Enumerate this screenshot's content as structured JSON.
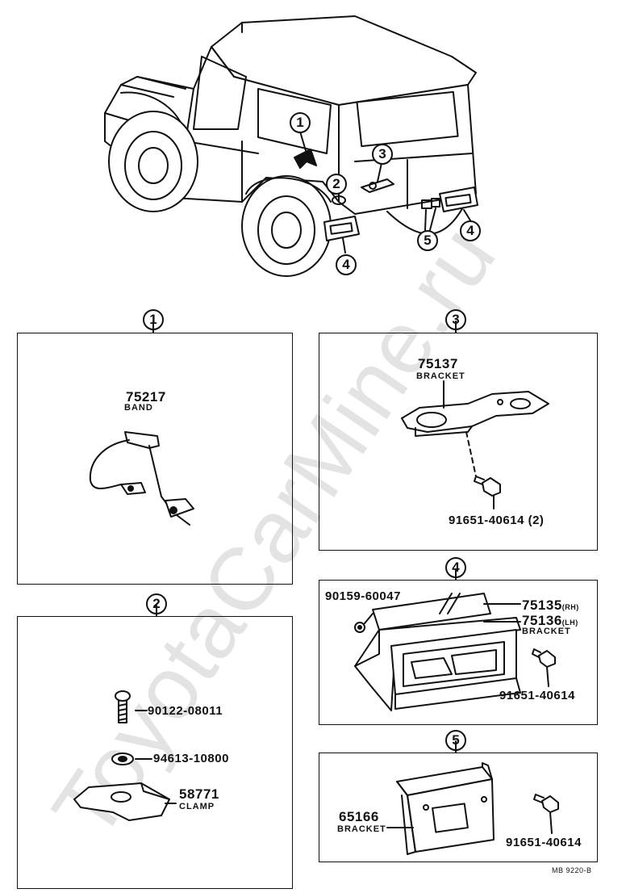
{
  "watermark": "ToyotaCarMine.ru",
  "overview": {
    "callouts": [
      "1",
      "2",
      "3",
      "4",
      "5",
      "4"
    ]
  },
  "sections": {
    "s1": {
      "number": "1",
      "part": "75217",
      "name": "BAND"
    },
    "s2": {
      "number": "2",
      "parts": [
        {
          "part": "90122-08011"
        },
        {
          "part": "94613-10800"
        },
        {
          "part": "58771",
          "name": "CLAMP"
        }
      ]
    },
    "s3": {
      "number": "3",
      "part": "75137",
      "name": "BRACKET",
      "bolt": "91651-40614 (2)"
    },
    "s4": {
      "number": "4",
      "screw": "90159-60047",
      "part_rh": "75135",
      "rh": "(RH)",
      "part_lh": "75136",
      "lh": "(LH)",
      "name": "BRACKET",
      "bolt": "91651-40614"
    },
    "s5": {
      "number": "5",
      "part": "65166",
      "name": "BRACKET",
      "bolt": "91651-40614"
    }
  },
  "footer_code": "MB 9220-B"
}
